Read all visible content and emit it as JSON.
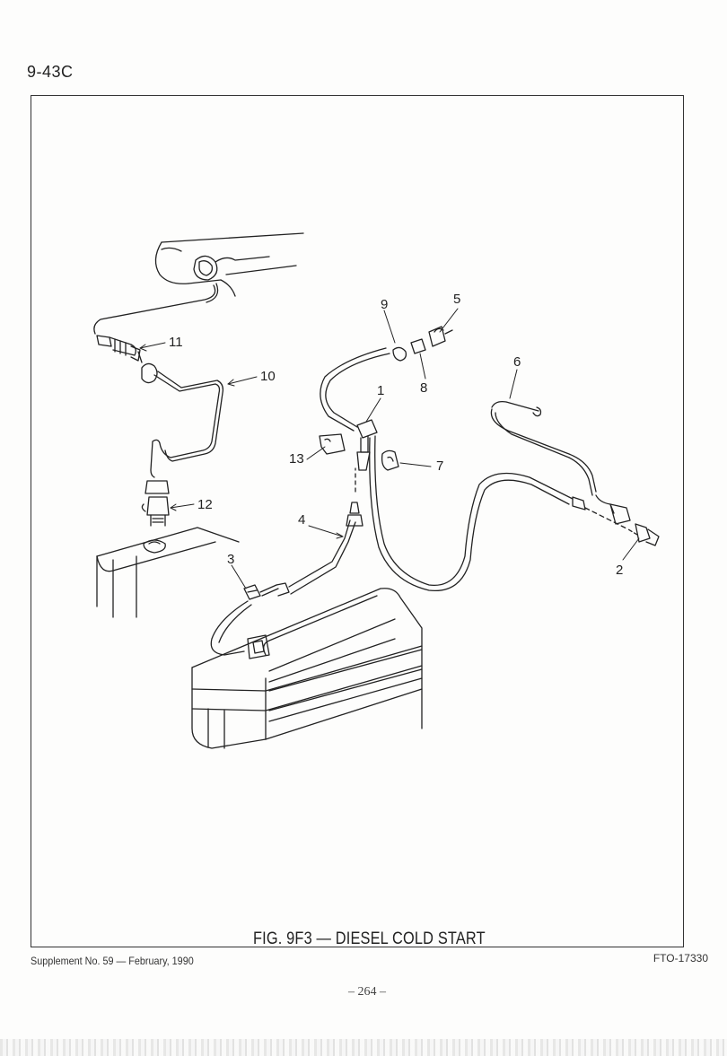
{
  "header": {
    "page_ref": "9-43C"
  },
  "figure": {
    "caption": "FIG. 9F3 — DIESEL COLD START",
    "callouts": {
      "c1": "1",
      "c2": "2",
      "c3": "3",
      "c4": "4",
      "c5": "5",
      "c6": "6",
      "c7": "7",
      "c8": "8",
      "c9": "9",
      "c10": "10",
      "c11": "11",
      "c12": "12",
      "c13": "13"
    },
    "figure_code": "FTO-17330"
  },
  "footer": {
    "supplement": "Supplement No. 59 — February, 1990",
    "page_number": "– 264 –"
  }
}
